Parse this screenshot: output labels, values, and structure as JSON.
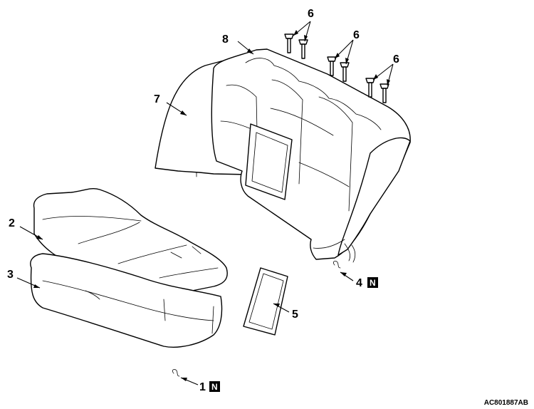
{
  "callouts": {
    "c1": "1",
    "c2": "2",
    "c3": "3",
    "c4": "4",
    "c5": "5",
    "c6a": "6",
    "c6b": "6",
    "c6c": "6",
    "c7": "7",
    "c8": "8"
  },
  "badges": {
    "b1": "N",
    "b4": "N"
  },
  "figure_code": "AC801887AB"
}
